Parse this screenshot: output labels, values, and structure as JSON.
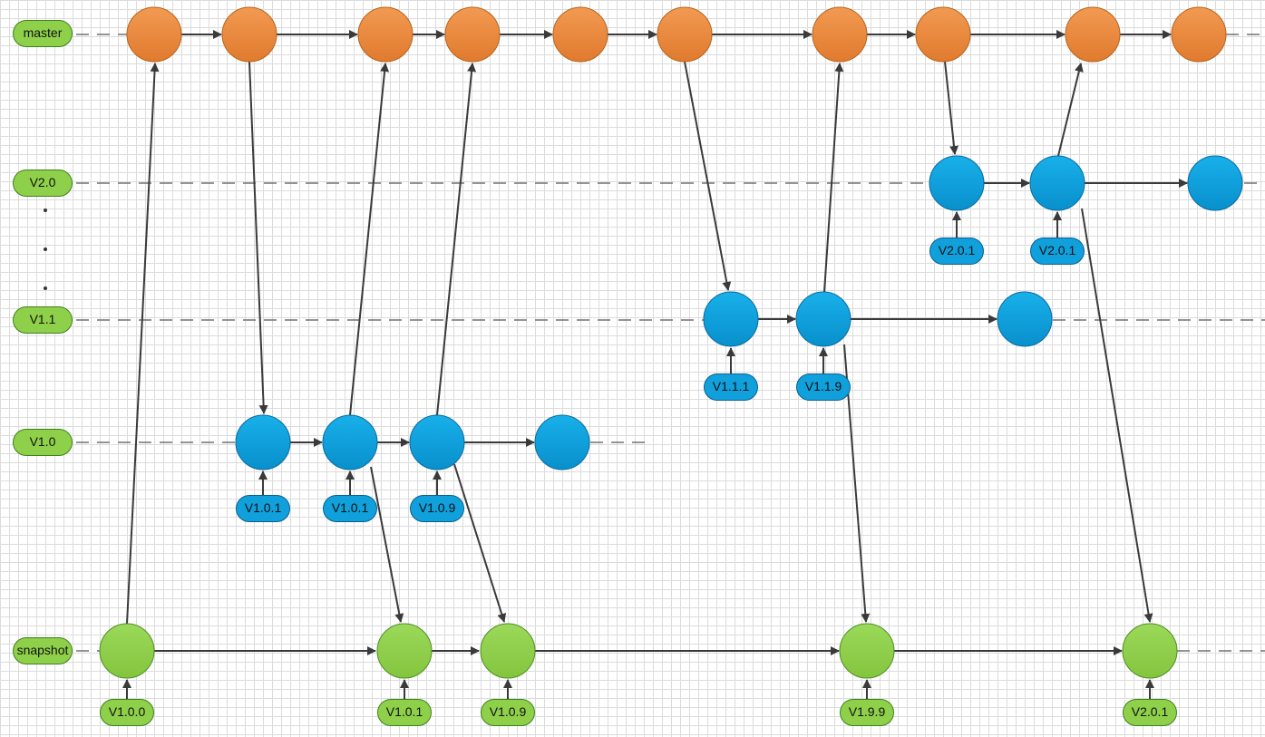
{
  "branches": {
    "master": "master",
    "v20": "V2.0",
    "v11": "V1.1",
    "v10": "V1.0",
    "snapshot": "snapshot"
  },
  "tags": {
    "v10_a": "V1.0.1",
    "v10_b": "V1.0.1",
    "v10_c": "V1.0.9",
    "v11_a": "V1.1.1",
    "v11_b": "V1.1.9",
    "v20_a": "V2.0.1",
    "v20_b": "V2.0.1",
    "snap_a": "V1.0.0",
    "snap_b": "V1.0.1",
    "snap_c": "V1.0.9",
    "snap_d": "V1.9.9",
    "snap_e": "V2.0.1"
  },
  "colors": {
    "master_node": "#ec8a3d",
    "release_node": "#10a0dc",
    "snapshot_node": "#8fd04a",
    "arrow": "#3a3a3a"
  }
}
